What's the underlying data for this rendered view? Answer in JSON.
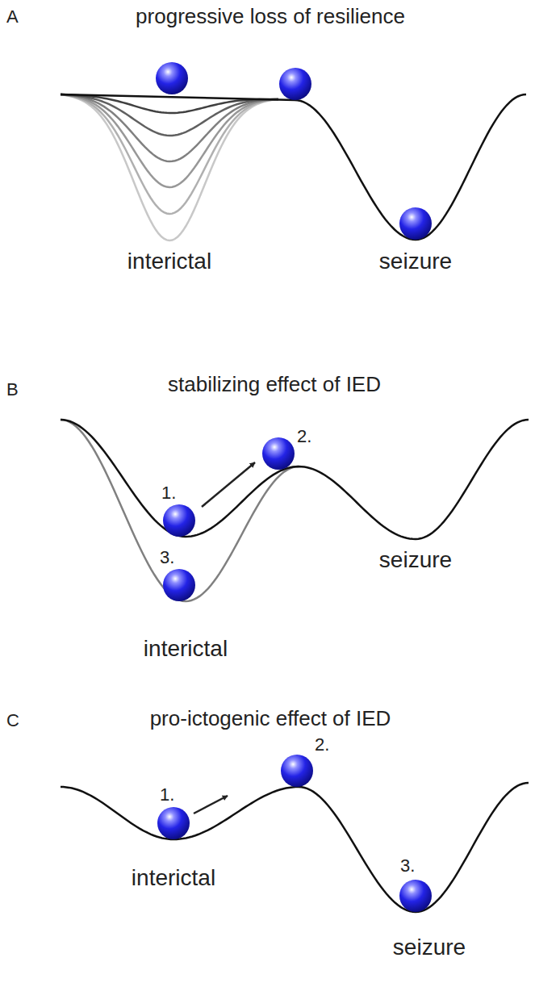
{
  "diagram": {
    "labels": [
      "A",
      "progressive loss of resilience",
      "interictal",
      "seizure",
      "B",
      "stabilizing effect of IED",
      "1.",
      "2.",
      "3.",
      "interictal",
      "seizure",
      "C",
      "pro-ictogenic effect of IED",
      "1.",
      "2.",
      "interictal",
      "3.",
      "seizure"
    ]
  }
}
